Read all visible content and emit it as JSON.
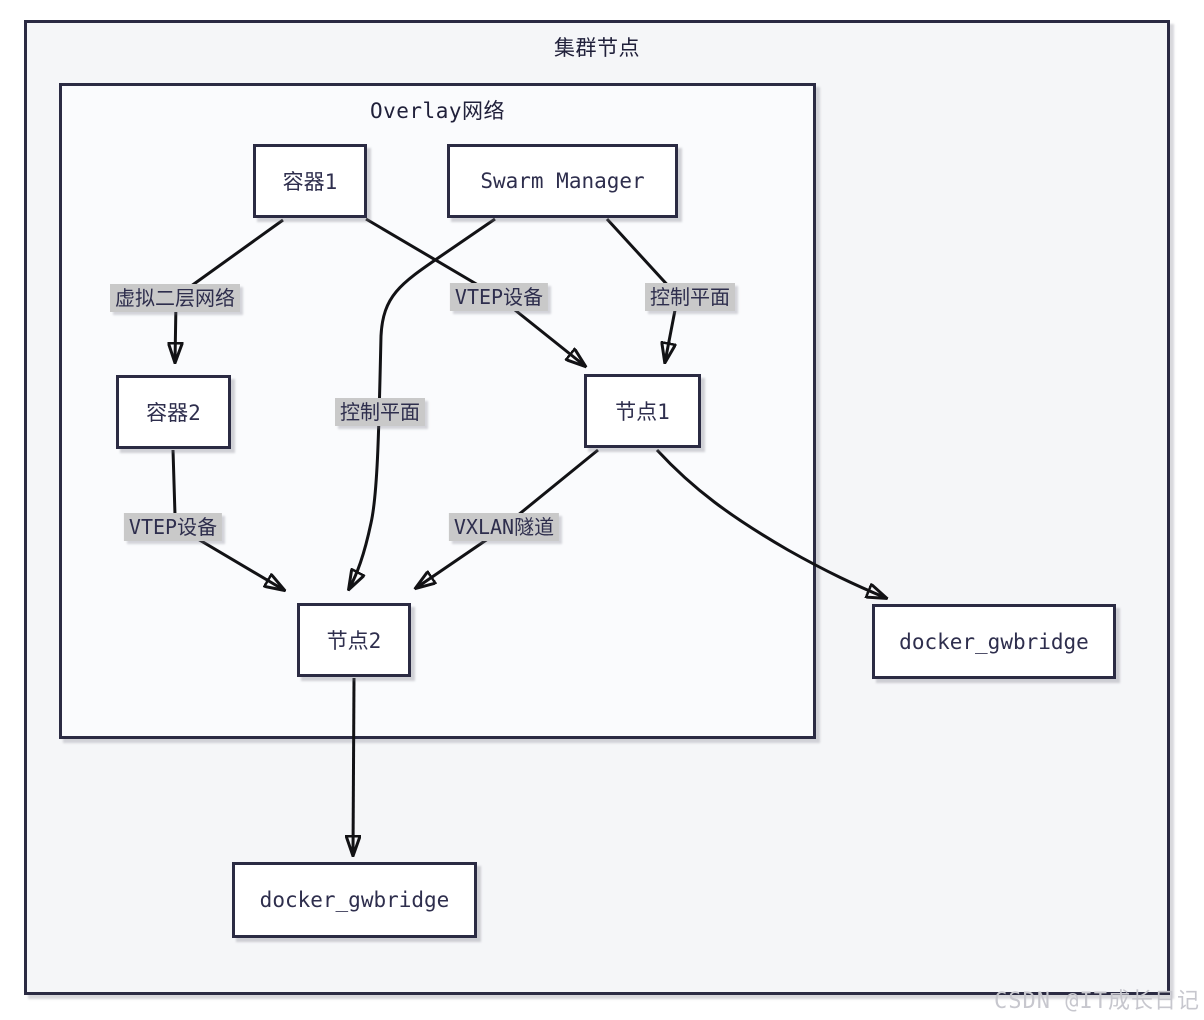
{
  "diagram": {
    "outer_container": {
      "title": "集群节点"
    },
    "inner_container": {
      "title": "Overlay网络"
    },
    "nodes": [
      {
        "id": "container1",
        "label": "容器1"
      },
      {
        "id": "swarm-manager",
        "label": "Swarm Manager"
      },
      {
        "id": "container2",
        "label": "容器2"
      },
      {
        "id": "node1",
        "label": "节点1"
      },
      {
        "id": "node2",
        "label": "节点2"
      },
      {
        "id": "docker-gwbridge-right",
        "label": "docker_gwbridge"
      },
      {
        "id": "docker-gwbridge-bottom",
        "label": "docker_gwbridge"
      }
    ],
    "edges": [
      {
        "from": "容器1",
        "to": "容器2",
        "label": "虚拟二层网络"
      },
      {
        "from": "容器1",
        "to": "节点1",
        "label": "VTEP设备"
      },
      {
        "from": "Swarm Manager",
        "to": "节点2",
        "label": "控制平面"
      },
      {
        "from": "Swarm Manager",
        "to": "节点1",
        "label": "控制平面"
      },
      {
        "from": "容器2",
        "to": "节点2",
        "label": "VTEP设备"
      },
      {
        "from": "节点1",
        "to": "节点2",
        "label": "VXLAN隧道"
      },
      {
        "from": "节点1",
        "to": "docker_gwbridge (右)",
        "label": ""
      },
      {
        "from": "节点2",
        "to": "docker_gwbridge (下)",
        "label": ""
      }
    ],
    "colors": {
      "node_border": "#2b2b43",
      "node_fill": "#ffffff",
      "node_text": "#2e2e4d",
      "edge_stroke": "#121215",
      "edge_label_bg": "#c9c9c9",
      "outer_fill": "#f5f6f8",
      "inner_fill": "#fafbfd"
    }
  },
  "page": {
    "watermark": "CSDN @IT成长日记"
  }
}
